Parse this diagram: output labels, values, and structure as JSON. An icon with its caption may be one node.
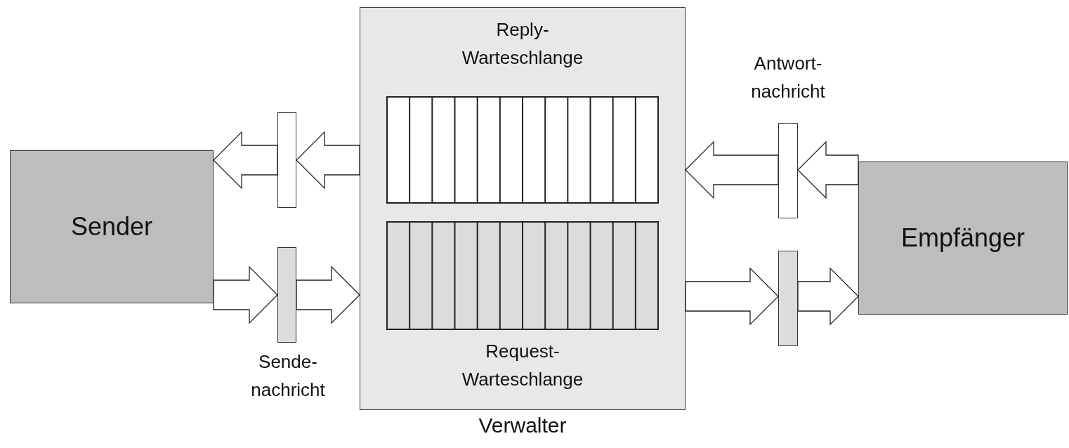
{
  "diagram": {
    "nodes": [
      {
        "text": [
          "Sender"
        ]
      },
      {
        "text": [
          "Verwalter"
        ]
      },
      {
        "text": [
          "Reply- Warteschlange"
        ],
        "in": 1
      },
      {
        "text": [
          "Request- Warteschlange"
        ],
        "in": 1
      },
      {
        "text": [
          "Empfänger"
        ]
      },
      {
        "text": [],
        "shape": "bar"
      },
      {
        "text": [
          "Sende- nachricht"
        ]
      },
      {
        "text": [
          "Antwort- nachricht"
        ]
      },
      {
        "text": [],
        "shape": "bar"
      }
    ],
    "edges": [
      {
        "from": 1,
        "to": 5,
        "arrow": "to"
      },
      {
        "from": 5,
        "to": 0,
        "arrow": "to"
      },
      {
        "from": 0,
        "to": 6,
        "arrow": "to"
      },
      {
        "from": 6,
        "to": 1,
        "arrow": "to"
      },
      {
        "from": 4,
        "to": 7,
        "arrow": "to"
      },
      {
        "from": 7,
        "to": 1,
        "arrow": "to"
      },
      {
        "from": 1,
        "to": 8,
        "arrow": "to"
      },
      {
        "from": 8,
        "to": 4,
        "arrow": "to"
      }
    ]
  }
}
